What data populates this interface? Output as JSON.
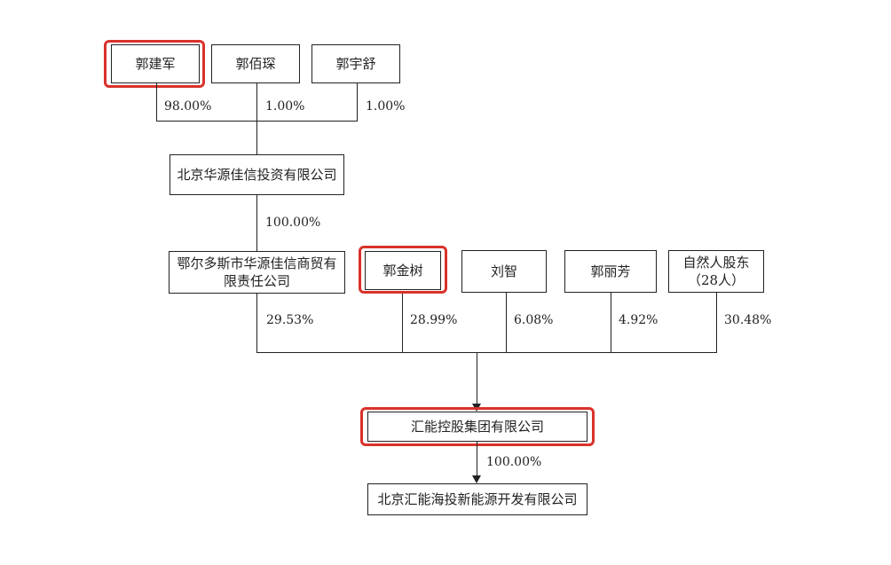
{
  "nodes": {
    "guo_jianjun": "郭建军",
    "guo_baichen": "郭佰琛",
    "guo_yushu": "郭宇舒",
    "beijing_huayuan": "北京华源佳信投资有限公司",
    "eerduosi_line1": "鄂尔多斯市华源佳信商贸有",
    "eerduosi_line2": "限责任公司",
    "guo_jinshu": "郭金树",
    "liu_zhi": "刘智",
    "guo_lifang": "郭丽芳",
    "natural_line1": "自然人股东",
    "natural_line2": "（28人）",
    "huineng_group": "汇能控股集团有限公司",
    "beijing_huineng": "北京汇能海投新能源开发有限公司"
  },
  "percentages": {
    "guo_jianjun": "98.00%",
    "guo_baichen": "1.00%",
    "guo_yushu": "1.00%",
    "beijing_huayuan": "100.00%",
    "eerduosi": "29.53%",
    "guo_jinshu": "28.99%",
    "liu_zhi": "6.08%",
    "guo_lifang": "4.92%",
    "natural": "30.48%",
    "huineng_group": "100.00%"
  },
  "colors": {
    "highlight": "#d9322b",
    "line": "#222222"
  }
}
